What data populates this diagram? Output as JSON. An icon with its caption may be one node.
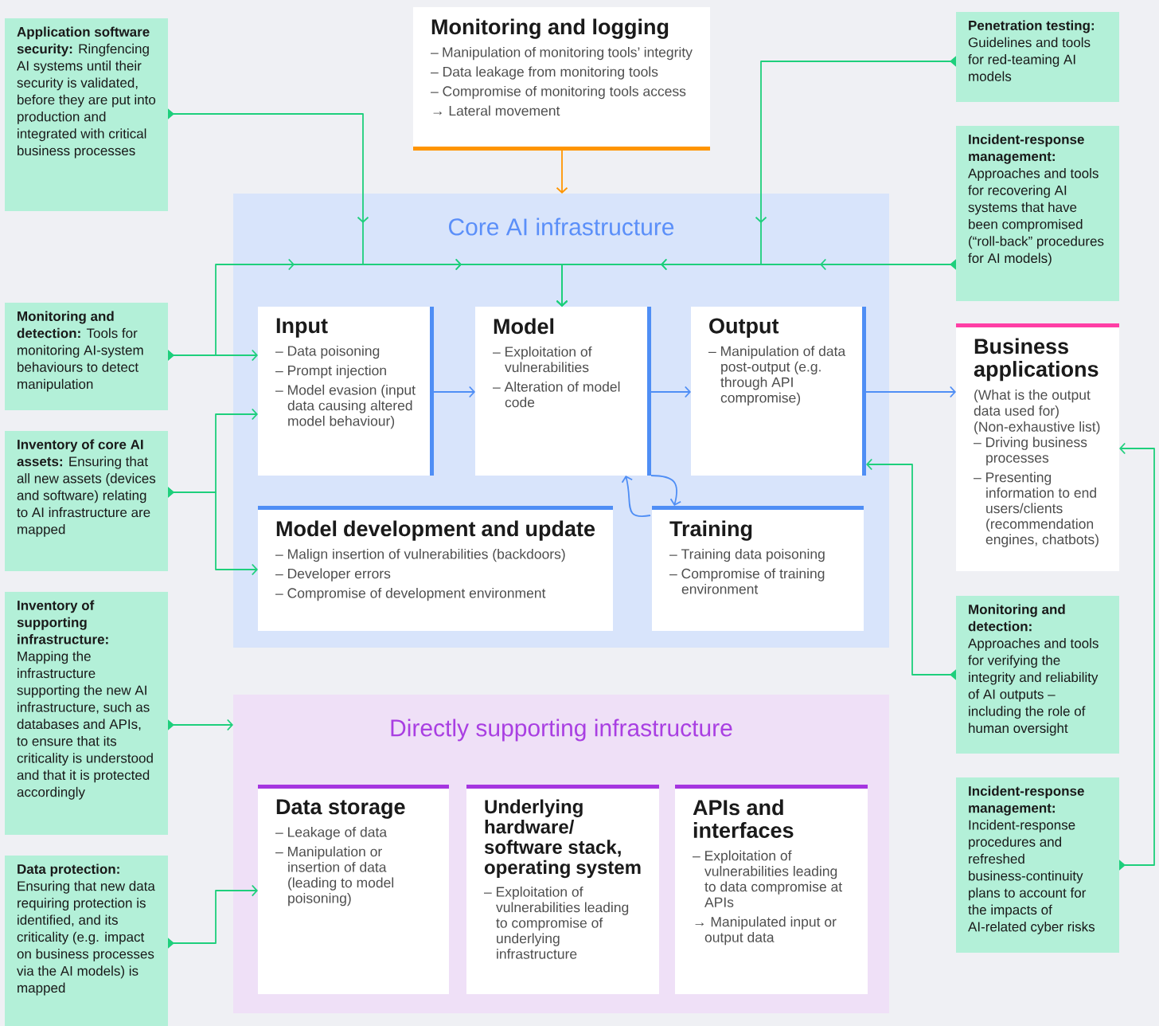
{
  "diagram": {
    "nodes": [
      {
        "text": [
          "**Application software security:** Ringfencing AI systems until their security is validated, before they are put into production and integrated with critical business processes"
        ]
      },
      {
        "text": [
          "Monitoring and logging",
          "– Manipulation of monitoring tools’ integrity",
          "– Data leakage from monitoring tools",
          "– Compromise of monitoring tools access",
          "→ Lateral movement"
        ]
      },
      {
        "text": [
          "**Penetration testing:** Guidelines and tools for red-teaming AI models"
        ]
      },
      {
        "text": [
          "**Incident-response management:** Approaches and tools for recovering AI systems that have been compromised (“roll-back” procedures for AI models)"
        ]
      },
      {
        "text": [
          "Core AI infrastructure"
        ]
      },
      {
        "text": [
          "**Monitoring and detection:** Tools for monitoring AI-system behaviours to detect manipulation"
        ]
      },
      {
        "text": [
          "Input",
          "– Data poisoning",
          "– Prompt injection",
          "– Model evasion (input data causing altered model behaviour)"
        ],
        "in": 4
      },
      {
        "text": [
          "Model",
          "– Exploitation of vulnerabilities",
          "– Alteration of model code"
        ],
        "in": 4
      },
      {
        "text": [
          "Output",
          "– Manipulation of data post-output (e.g. through API compromise)"
        ],
        "in": 4
      },
      {
        "text": [
          "Business applications",
          "(What is the output data used for)",
          "(Non-exhaustive list)",
          "– Driving business processes",
          "– Presenting information to end users/clients (recommendation engines, chatbots)"
        ]
      },
      {
        "text": [
          "**Inventory of core AI assets:** Ensuring that all new assets (devices and software) relating to AI infrastructure are mapped"
        ]
      },
      {
        "text": [
          "Model development and update",
          "– Malign insertion of vulnerabilities (backdoors)",
          "– Developer errors",
          "– Compromise of development environment"
        ],
        "in": 4
      },
      {
        "text": [
          "Training",
          "– Training data poisoning",
          "– Compromise of training environment"
        ],
        "in": 4
      },
      {
        "text": [
          "**Monitoring and detection:** Approaches and tools for verifying the integrity and reliability of AI outputs – including the role of human oversight"
        ]
      },
      {
        "text": [
          "**Inventory of supporting infrastructure:** Mapping the infrastructure supporting the new AI infrastructure, such as databases and APIs, to ensure that its criticality is understood and that it is protected accordingly"
        ]
      },
      {
        "text": [
          "Directly supporting infrastructure"
        ]
      },
      {
        "text": [
          "**Incident-response management:** Incident-response procedures and refreshed business-continuity plans to account for the impacts of AI-related cyber risks"
        ]
      },
      {
        "text": [
          "**Data protection:** Ensuring that new data requiring protection is identified, and its criticality (e.g. impact on business processes via the AI models) is mapped"
        ]
      },
      {
        "text": [
          "Data storage",
          "– Leakage of data",
          "– Manipulation or insertion of data (leading to model poisoning)"
        ],
        "in": 15
      },
      {
        "text": [
          "Underlying hardware/ software stack, operating system",
          "– Exploitation of vulnerabilities leading to compromise of underlying infrastructure"
        ],
        "in": 15
      },
      {
        "text": [
          "APIs and interfaces",
          "– Exploitation of vulnerabilities leading to data compromise at APIs",
          "→ Manipulated input or output data"
        ],
        "in": 15
      }
    ],
    "edges": [
      {
        "from": 1,
        "to": 4,
        "arrow": "to",
        "color": "#ff9500"
      },
      {
        "from": 0,
        "to": 7,
        "arrow": "to"
      },
      {
        "from": 2,
        "to": 7,
        "arrow": "to"
      },
      {
        "from": 3,
        "to": 7,
        "arrow": "to"
      },
      {
        "from": 5,
        "to": 7,
        "arrow": "to"
      },
      {
        "from": 5,
        "to": 6,
        "arrow": "to"
      },
      {
        "from": 10,
        "to": 6,
        "arrow": "to"
      },
      {
        "from": 10,
        "to": 11,
        "arrow": "to"
      },
      {
        "from": 14,
        "to": 15,
        "arrow": "to"
      },
      {
        "from": 17,
        "to": 18,
        "arrow": "to"
      },
      {
        "from": 13,
        "to": 8,
        "arrow": "to"
      },
      {
        "from": 16,
        "to": 9,
        "arrow": "to"
      },
      {
        "from": 6,
        "to": 7,
        "arrow": "to",
        "color": "#4f8ef5"
      },
      {
        "from": 7,
        "to": 8,
        "arrow": "to",
        "color": "#4f8ef5"
      },
      {
        "from": 8,
        "to": 9,
        "arrow": "to",
        "color": "#4f8ef5"
      },
      {
        "from": 7,
        "to": 12,
        "arrow": "to",
        "color": "#4f8ef5"
      },
      {
        "from": 12,
        "to": 7,
        "arrow": "to",
        "color": "#4f8ef5"
      }
    ]
  }
}
